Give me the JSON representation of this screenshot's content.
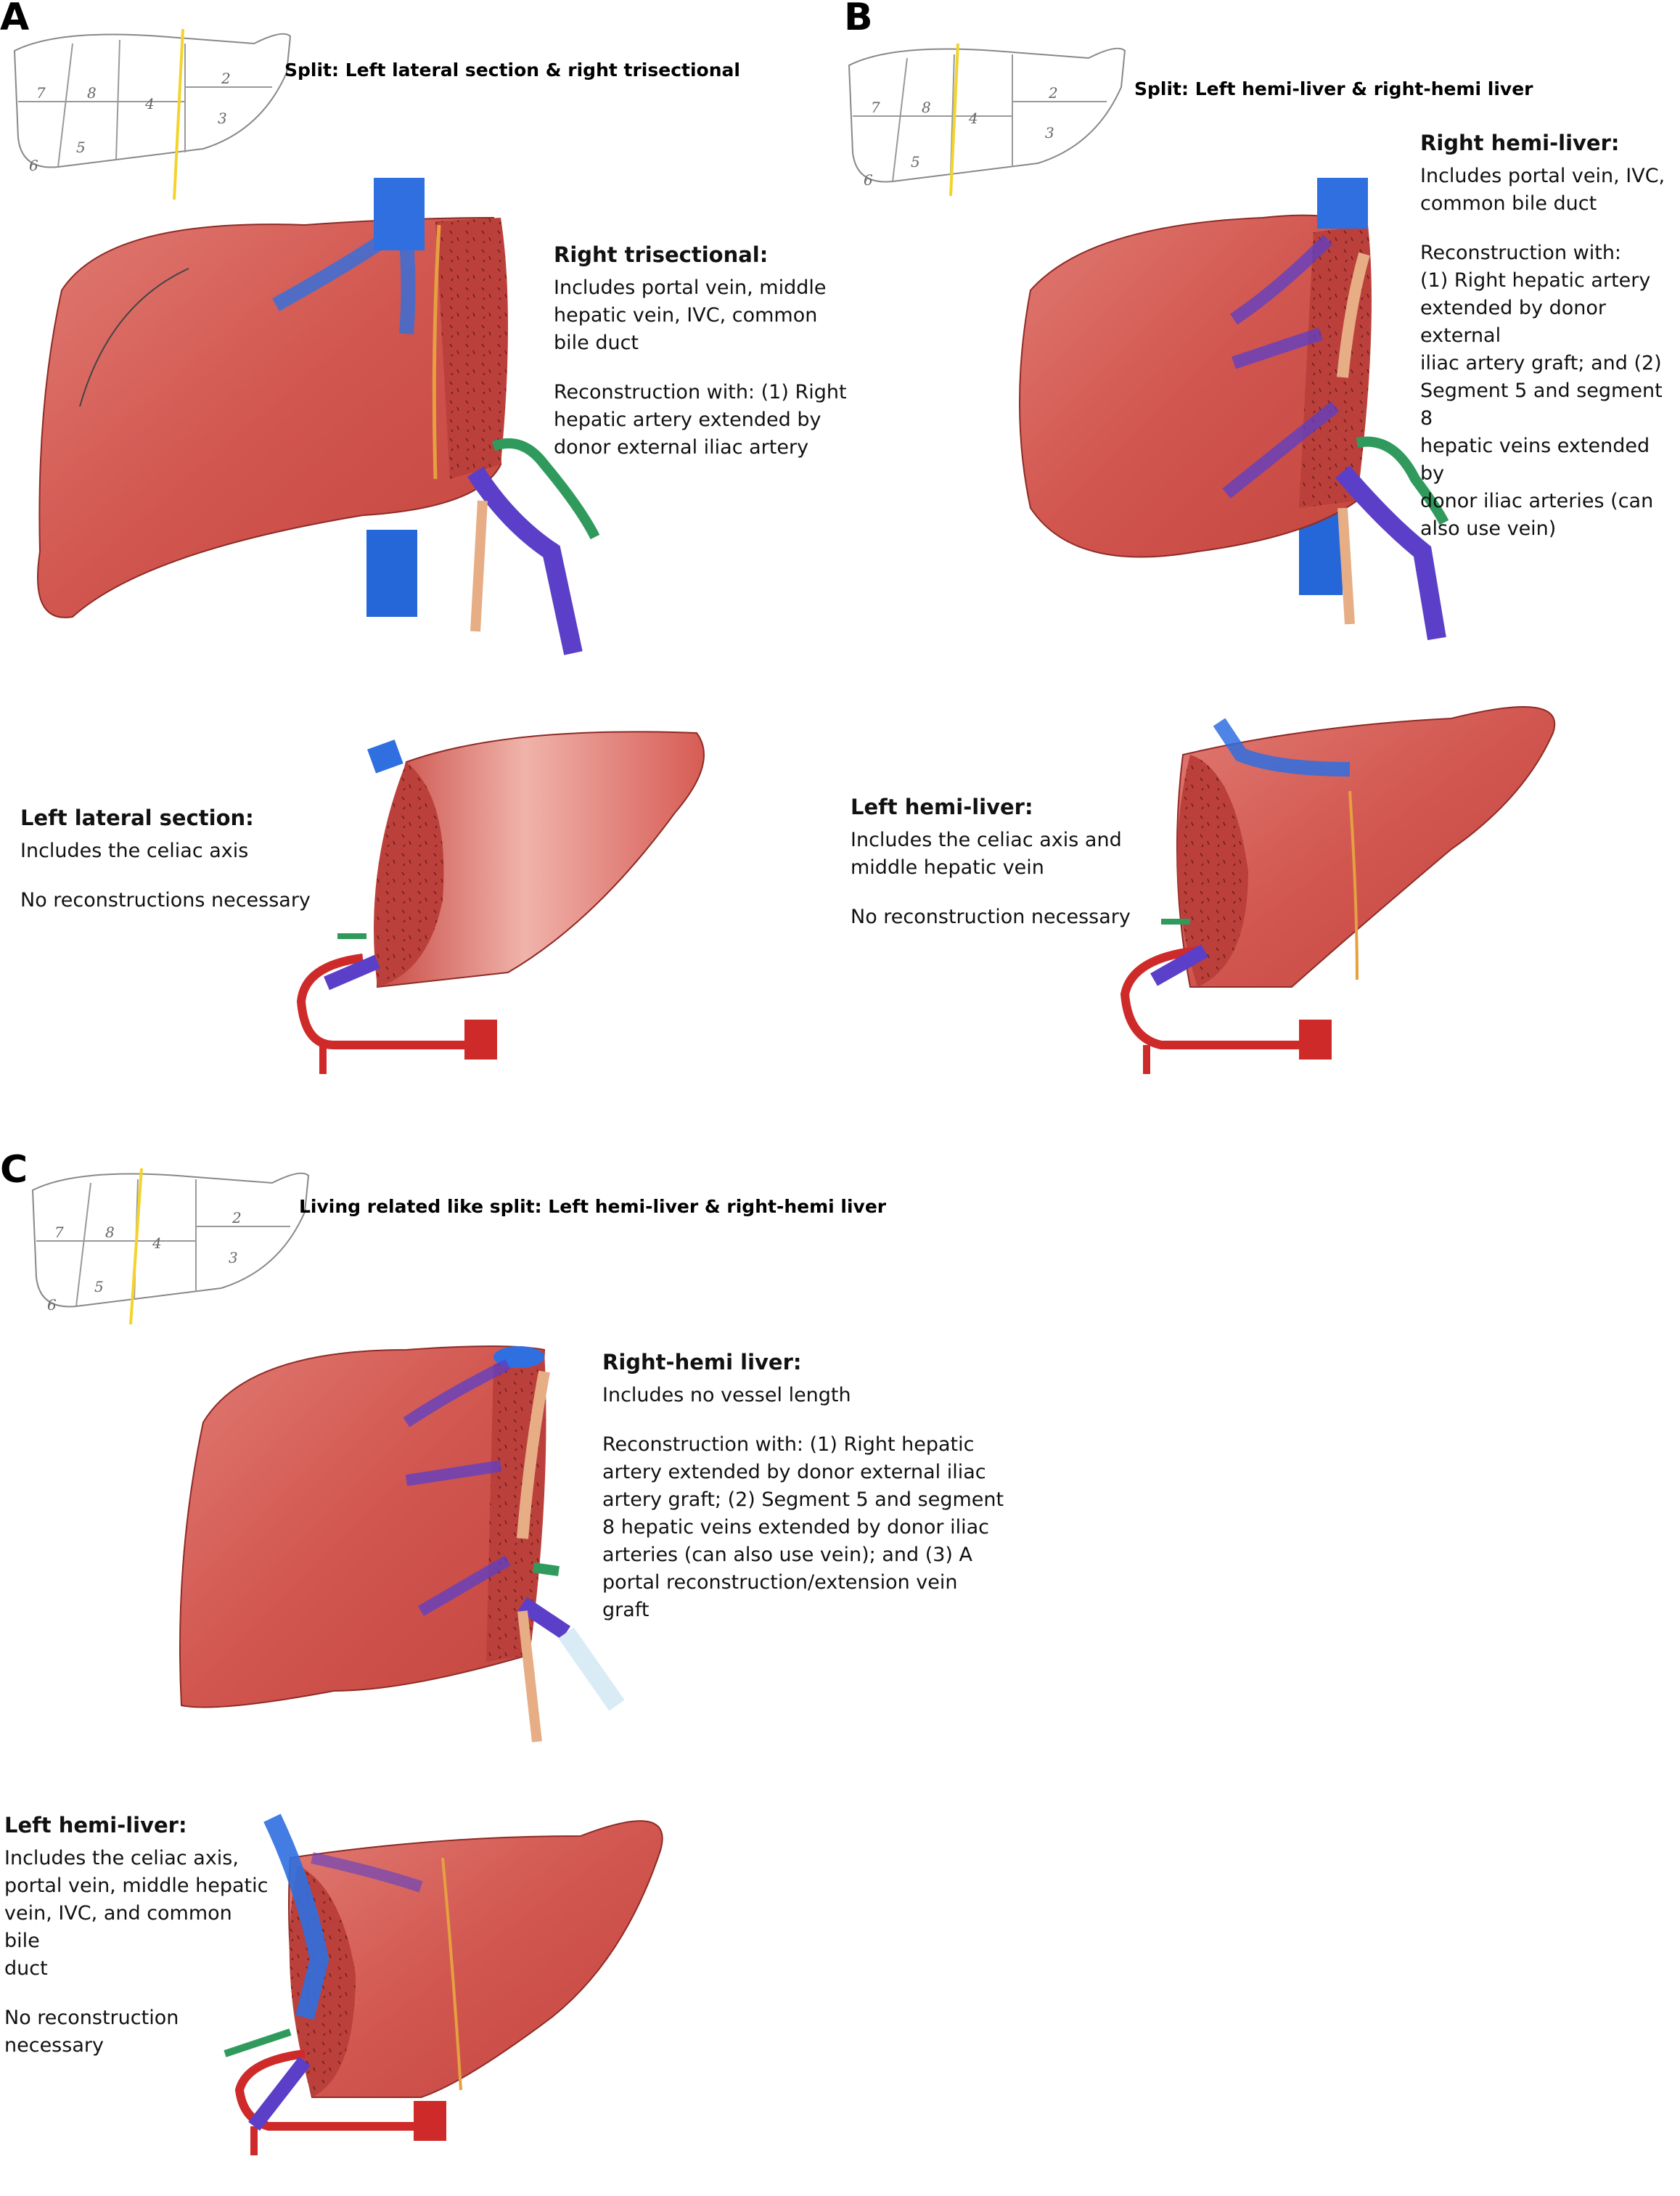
{
  "colors": {
    "liver": "#d1564f",
    "liver_light": "#e58b82",
    "liver_cut": "#b33b36",
    "portal_vein": "#2f6fe0",
    "hepatic_vein": "#5b3fc8",
    "artery": "#cf2a2a",
    "bile_duct": "#2f9a5c",
    "graft": "#e7ad85",
    "transection_line": "#f2d42c",
    "ivc": "#2567d8"
  },
  "panels": [
    {
      "letter": "A",
      "split_title": "Split: Left lateral section & right trisectional",
      "segments": [
        "7",
        "8",
        "4",
        "2",
        "3",
        "5",
        "6"
      ],
      "right_graft": {
        "heading": "Right trisectional:",
        "includes": "Includes portal vein, middle\nhepatic vein, IVC, common\nbile duct",
        "reconstruction": "Reconstruction with: (1) Right\nhepatic artery extended by\ndonor external iliac artery"
      },
      "left_graft": {
        "heading": "Left lateral section:",
        "includes": "Includes the celiac axis",
        "reconstruction": "No reconstructions necessary"
      }
    },
    {
      "letter": "B",
      "split_title": "Split: Left hemi-liver & right-hemi liver",
      "segments": [
        "7",
        "8",
        "4",
        "2",
        "3",
        "5",
        "6"
      ],
      "right_graft": {
        "heading": "Right hemi-liver:",
        "includes": "Includes portal vein, IVC,\ncommon bile duct",
        "reconstruction": "Reconstruction with:\n(1) Right hepatic artery\nextended by donor external\niliac artery graft; and (2)\nSegment 5 and segment 8\nhepatic veins extended by\ndonor iliac arteries (can\nalso use vein)"
      },
      "left_graft": {
        "heading": "Left hemi-liver:",
        "includes": "Includes the celiac axis and\nmiddle hepatic vein",
        "reconstruction": "No reconstruction necessary"
      }
    },
    {
      "letter": "C",
      "split_title": "Living related like split: Left hemi-liver & right-hemi liver",
      "segments": [
        "7",
        "8",
        "4",
        "2",
        "3",
        "5",
        "6"
      ],
      "right_graft": {
        "heading": "Right-hemi liver:",
        "includes": "Includes no vessel length",
        "reconstruction": "Reconstruction with: (1) Right hepatic\nartery extended by donor external iliac\nartery graft; (2) Segment 5 and segment\n8 hepatic veins extended by donor iliac\narteries (can also use vein); and (3) A\nportal reconstruction/extension vein graft"
      },
      "left_graft": {
        "heading": "Left hemi-liver:",
        "includes": "Includes the celiac axis,\nportal vein, middle hepatic\nvein, IVC, and common bile\nduct",
        "reconstruction": "No reconstruction necessary"
      }
    }
  ]
}
